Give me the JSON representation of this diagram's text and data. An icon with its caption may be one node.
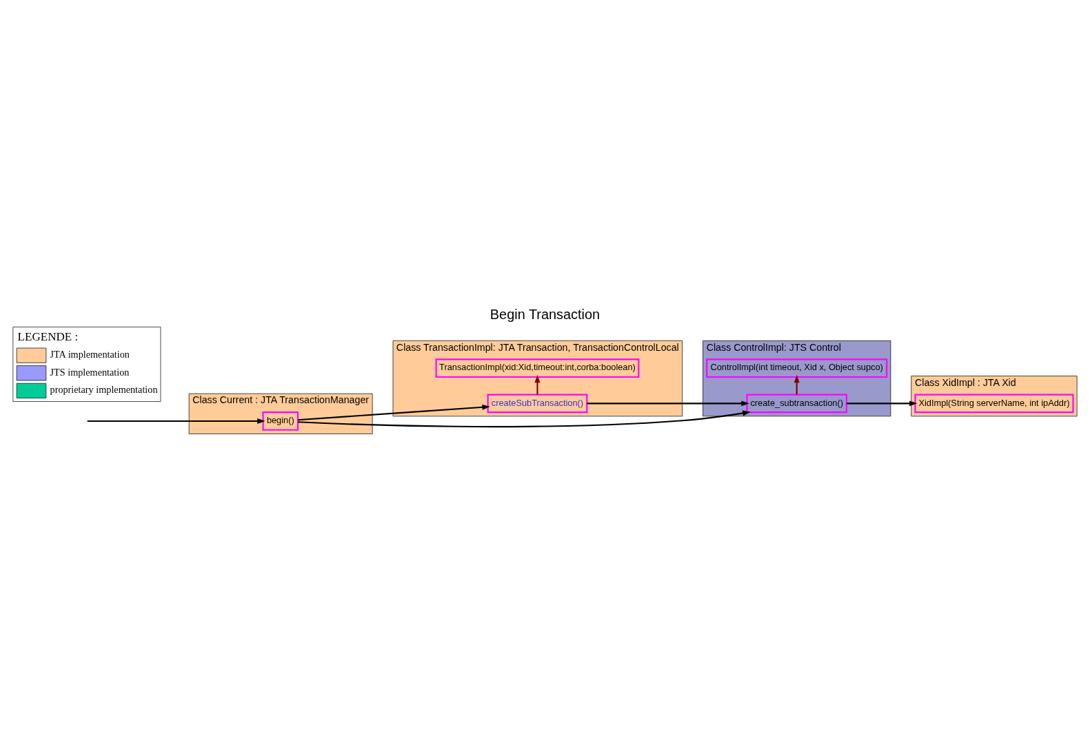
{
  "diagram": {
    "title": "Begin Transaction",
    "nodes": [
      {
        "text": [
          "Class Current : JTA TransactionManager"
        ]
      },
      {
        "text": [
          "begin()"
        ],
        "in": 0
      },
      {
        "text": [
          "Class TransactionImpl: JTA Transaction, TransactionControlLocal"
        ]
      },
      {
        "text": [
          "TransactionImpl(xid:Xid,timeout:int,corba:boolean)"
        ],
        "in": 2
      },
      {
        "text": [
          "createSubTransaction()"
        ],
        "in": 2
      },
      {
        "text": [
          "Class ControlImpl: JTS Control"
        ]
      },
      {
        "text": [
          "ControlImpl(int timeout, Xid x, Object supco)"
        ],
        "in": 5
      },
      {
        "text": [
          "create_subtransaction()"
        ],
        "in": 5
      },
      {
        "text": [
          "Class XidImpl : JTA Xid"
        ]
      },
      {
        "text": [
          "XidImpl(String serverName, int ipAddr)"
        ],
        "in": 8
      }
    ],
    "edges": [
      {
        "from": null,
        "to": 1,
        "arrow": "to"
      },
      {
        "from": 1,
        "to": 4,
        "arrow": "to"
      },
      {
        "from": 1,
        "to": 7,
        "arrow": "to"
      },
      {
        "from": 4,
        "to": 7,
        "arrow": "to"
      },
      {
        "from": 4,
        "to": 3,
        "arrow": "to",
        "color": "#800000"
      },
      {
        "from": 7,
        "to": 6,
        "arrow": "to",
        "color": "#800000"
      },
      {
        "from": 7,
        "to": 9,
        "arrow": "to"
      }
    ],
    "labels": [
      "LEGENDE :"
    ],
    "legend": [
      {
        "text": "JTA implementation",
        "color": "#ffcc99"
      },
      {
        "text": "JTS implementation",
        "color": "#9999ff"
      },
      {
        "text": "proprietary implementation",
        "color": "#00cc99"
      }
    ]
  }
}
